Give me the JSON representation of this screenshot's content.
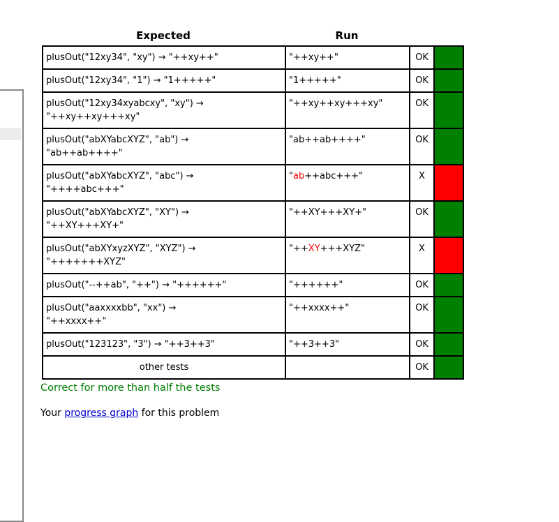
{
  "colors": {
    "pass": "#008000",
    "fail": "#ff0000",
    "error_text": "#ff0000",
    "message_green": "#008000",
    "link_blue": "#0000cc"
  },
  "header": {
    "expected_label": "Expected",
    "run_label": "Run"
  },
  "table": {
    "rows": [
      {
        "expected_lines": [
          "plusOut(\"12xy34\", \"xy\") → \"++xy++\""
        ],
        "center": false,
        "run_segments": [
          {
            "text": "\"++xy++\"",
            "red": false
          }
        ],
        "status": "OK",
        "result": "pass"
      },
      {
        "expected_lines": [
          "plusOut(\"12xy34\", \"1\") → \"1+++++\""
        ],
        "center": false,
        "run_segments": [
          {
            "text": "\"1+++++\"",
            "red": false
          }
        ],
        "status": "OK",
        "result": "pass"
      },
      {
        "expected_lines": [
          "plusOut(\"12xy34xyabcxy\", \"xy\") →",
          "\"++xy++xy+++xy\""
        ],
        "center": false,
        "run_segments": [
          {
            "text": "\"++xy++xy+++xy\"",
            "red": false
          }
        ],
        "status": "OK",
        "result": "pass"
      },
      {
        "expected_lines": [
          "plusOut(\"abXYabcXYZ\", \"ab\") →",
          "\"ab++ab++++\""
        ],
        "center": false,
        "run_segments": [
          {
            "text": "\"ab++ab++++\"",
            "red": false
          }
        ],
        "status": "OK",
        "result": "pass"
      },
      {
        "expected_lines": [
          "plusOut(\"abXYabcXYZ\", \"abc\") →",
          "\"++++abc+++\""
        ],
        "center": false,
        "run_segments": [
          {
            "text": "\"",
            "red": false
          },
          {
            "text": "ab",
            "red": true
          },
          {
            "text": "++abc+++\"",
            "red": false
          }
        ],
        "status": "X",
        "result": "fail"
      },
      {
        "expected_lines": [
          "plusOut(\"abXYabcXYZ\", \"XY\") →",
          "\"++XY+++XY+\""
        ],
        "center": false,
        "run_segments": [
          {
            "text": "\"++XY+++XY+\"",
            "red": false
          }
        ],
        "status": "OK",
        "result": "pass"
      },
      {
        "expected_lines": [
          "plusOut(\"abXYxyzXYZ\", \"XYZ\") →",
          "\"+++++++XYZ\""
        ],
        "center": false,
        "run_segments": [
          {
            "text": "\"++",
            "red": false
          },
          {
            "text": "XY",
            "red": true
          },
          {
            "text": "+++XYZ\"",
            "red": false
          }
        ],
        "status": "X",
        "result": "fail"
      },
      {
        "expected_lines": [
          "plusOut(\"--++ab\", \"++\") → \"++++++\""
        ],
        "center": false,
        "run_segments": [
          {
            "text": "\"++++++\"",
            "red": false
          }
        ],
        "status": "OK",
        "result": "pass"
      },
      {
        "expected_lines": [
          "plusOut(\"aaxxxxbb\", \"xx\") →",
          "\"++xxxx++\""
        ],
        "center": false,
        "run_segments": [
          {
            "text": "\"++xxxx++\"",
            "red": false
          }
        ],
        "status": "OK",
        "result": "pass"
      },
      {
        "expected_lines": [
          "plusOut(\"123123\", \"3\") → \"++3++3\""
        ],
        "center": false,
        "run_segments": [
          {
            "text": "\"++3++3\"",
            "red": false
          }
        ],
        "status": "OK",
        "result": "pass"
      },
      {
        "expected_lines": [
          "other tests"
        ],
        "center": true,
        "run_segments": [],
        "status": "OK",
        "result": "pass"
      }
    ]
  },
  "footer": {
    "result_message": "Correct for more than half the tests",
    "partial_prefix": "Your ",
    "partial_link": "progress graph",
    "partial_suffix": " for this problem"
  }
}
